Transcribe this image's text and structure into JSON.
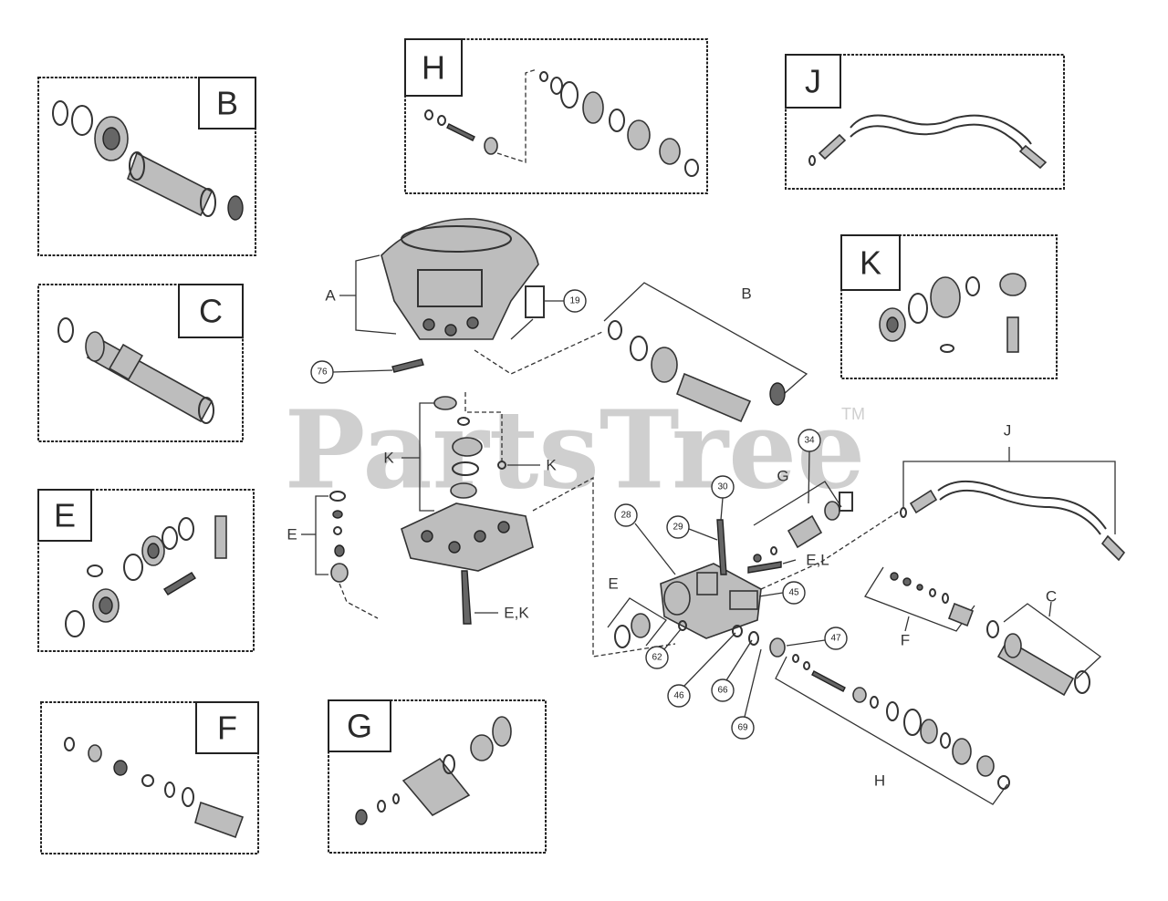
{
  "watermark": {
    "brand": "PartsTree",
    "trademark": "TM"
  },
  "insets": [
    {
      "id": "B",
      "label": "B"
    },
    {
      "id": "C",
      "label": "C"
    },
    {
      "id": "E",
      "label": "E"
    },
    {
      "id": "F",
      "label": "F"
    },
    {
      "id": "G",
      "label": "G"
    },
    {
      "id": "H",
      "label": "H"
    },
    {
      "id": "J",
      "label": "J"
    },
    {
      "id": "K",
      "label": "K"
    }
  ],
  "callouts": {
    "c19": "19",
    "c76": "76",
    "c34": "34",
    "c30": "30",
    "c28": "28",
    "c29": "29",
    "c45": "45",
    "c62": "62",
    "c46": "46",
    "c66": "66",
    "c69": "69",
    "c47": "47"
  },
  "letters": {
    "a": "A",
    "b": "B",
    "k1": "K",
    "k2": "K",
    "e1": "E",
    "ek": "E,K",
    "g": "G",
    "el": "E,L",
    "e2": "E",
    "j": "J",
    "f": "F",
    "c": "C",
    "h": "H"
  }
}
